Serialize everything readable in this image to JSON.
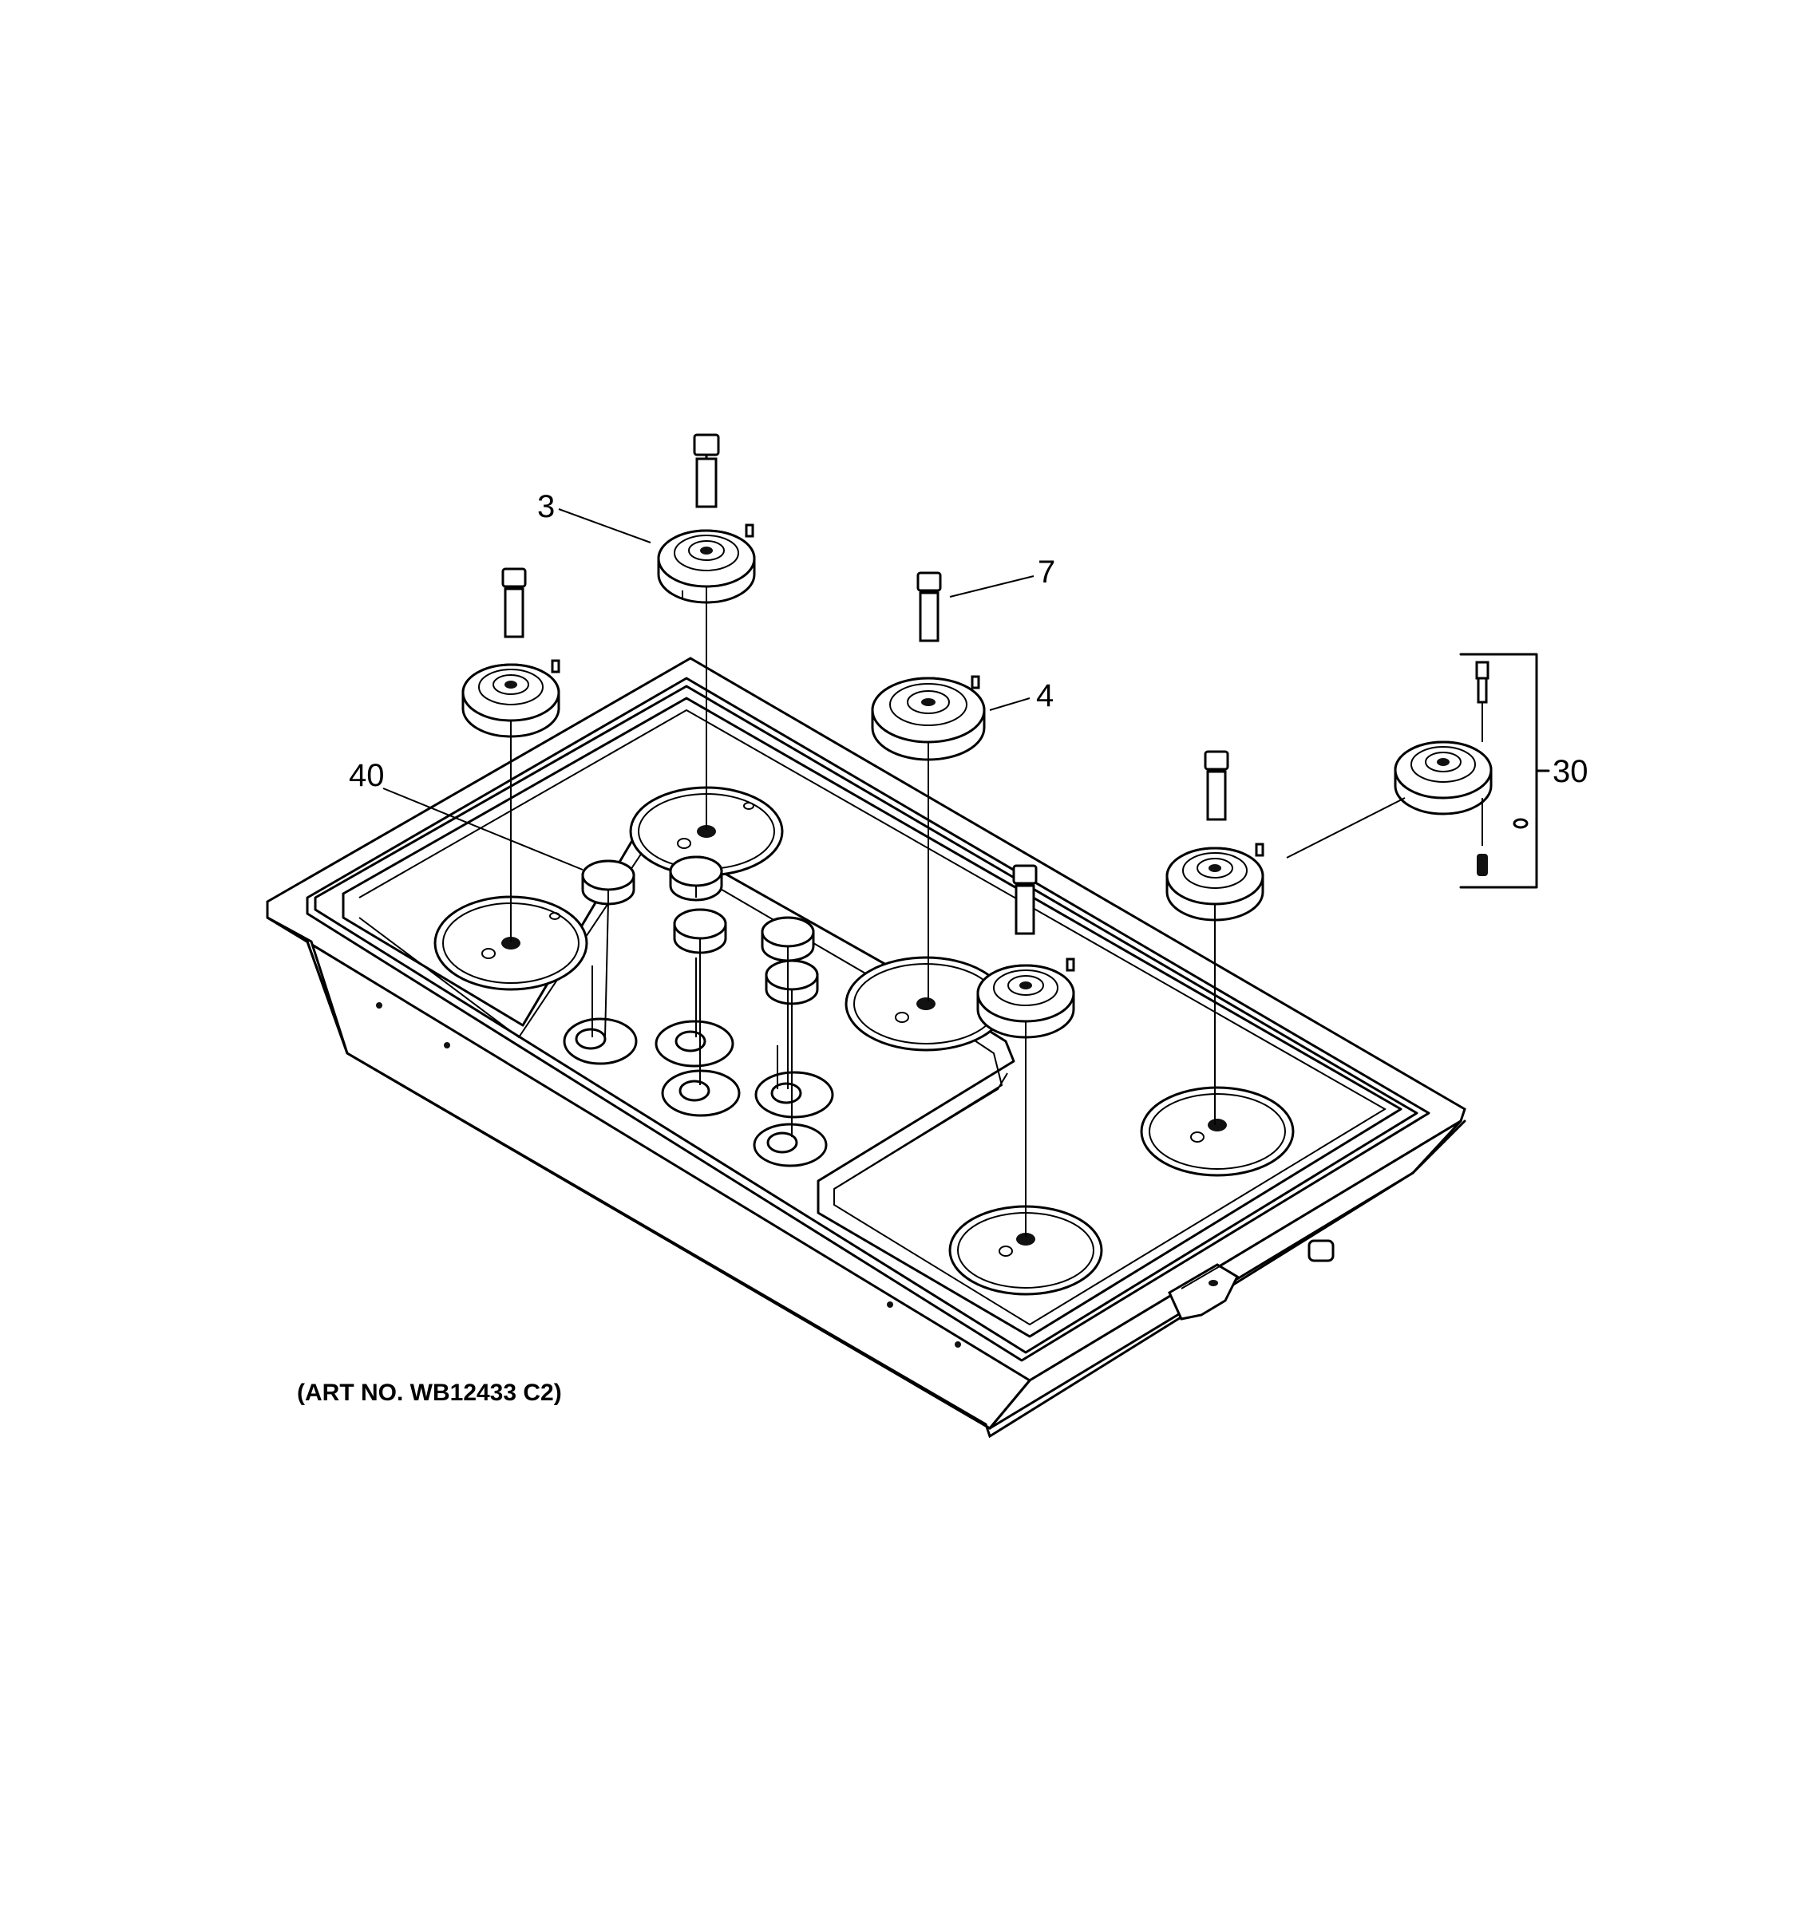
{
  "callouts": {
    "part_3": "3",
    "part_7": "7",
    "part_4": "4",
    "part_40": "40",
    "part_30": "30"
  },
  "caption": "(ART NO. WB12433 C2)",
  "colors": {
    "line": "#000000",
    "background": "#ffffff"
  }
}
